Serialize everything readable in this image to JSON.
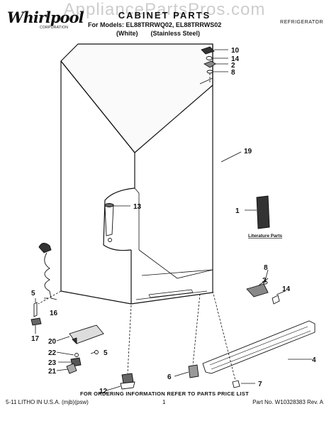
{
  "header": {
    "watermark": "AppliancePartsPros.com",
    "brand": "Whirlpool",
    "brand_sub": "CORPORATION",
    "title": "CABINET PARTS",
    "models_line": "For Models: EL88TRRWQ02, EL88TRRWS02",
    "variant_1": "(White)",
    "variant_2": "(Stainless Steel)",
    "section": "REFRIGERATOR"
  },
  "callouts": {
    "c10": "10",
    "c14_top": "14",
    "c2": "2",
    "c8_top": "8",
    "c19": "19",
    "c13": "13",
    "c1": "1",
    "literature": "Literature Parts",
    "c8_mid": "8",
    "c3": "3",
    "c14_mid": "14",
    "c4": "4",
    "c5_left": "5",
    "c16": "16",
    "c17": "17",
    "c20": "20",
    "c22": "22",
    "c23": "23",
    "c5_right": "5",
    "c21": "21",
    "c12": "12",
    "c6": "6",
    "c7": "7"
  },
  "footer": {
    "ordering_info": "FOR ORDERING INFORMATION REFER TO PARTS PRICE LIST",
    "litho": "5-11 LITHO IN U.S.A. (mjb)(psw)",
    "page_number": "1",
    "part_number": "Part No. W10328383 Rev. A"
  }
}
